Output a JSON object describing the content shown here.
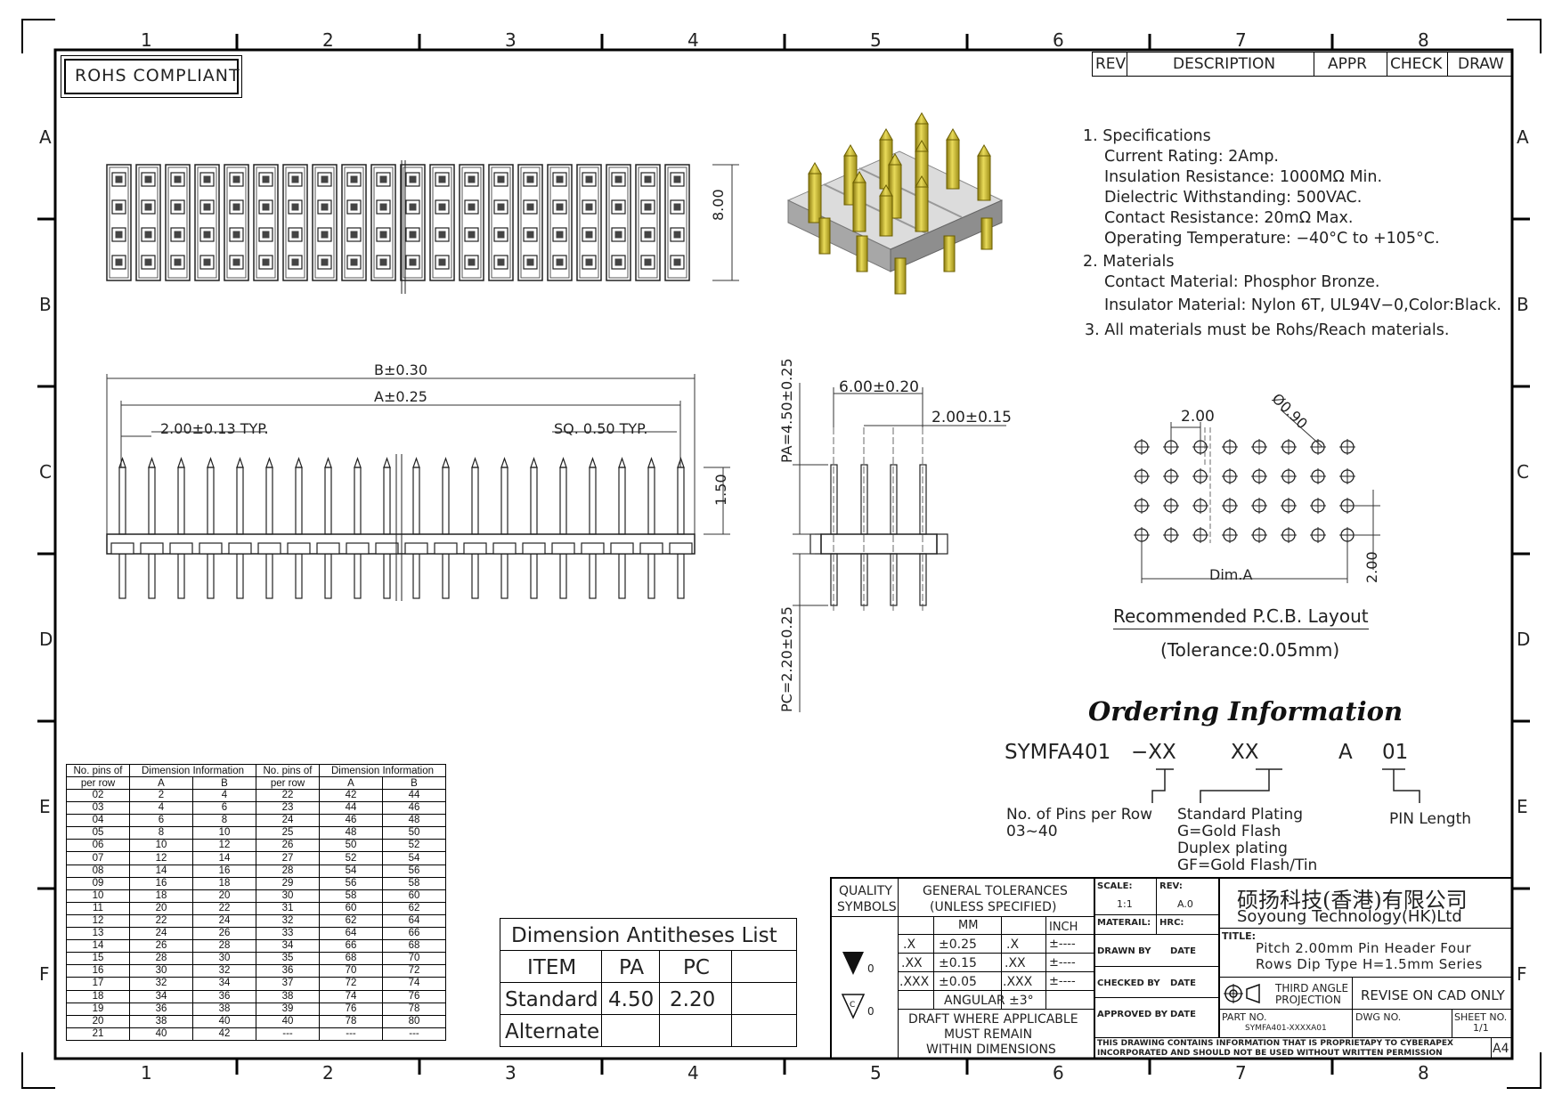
{
  "frame": {
    "columns": [
      "1",
      "2",
      "3",
      "4",
      "5",
      "6",
      "7",
      "8"
    ],
    "rows": [
      "A",
      "B",
      "C",
      "D",
      "E",
      "F"
    ]
  },
  "rohs": "ROHS COMPLIANT",
  "revision_block": {
    "rev": "REV",
    "description": "DESCRIPTION",
    "appr": "APPR",
    "check": "CHECK",
    "draw": "DRAW"
  },
  "specs": {
    "item1": "1.  Specifications",
    "current": "Current  Rating:  2Amp.",
    "insulation": "Insulation  Resistance:  1000MΩ  Min.",
    "dielectric": "Dielectric  Withstanding:  500VAC.",
    "contact_res": "Contact  Resistance:  20mΩ  Max.",
    "operating": "Operating  Temperature:  −40°C  to  +105°C.",
    "item2": "2.  Materials",
    "contact_mat": "Contact  Material:  Phosphor  Bronze.",
    "insulator_mat": "Insulator  Material:  Nylon  6T,  UL94V−0,Color:Black.",
    "item3": "3.  All  materials  must  be  Rohs/Reach  materials."
  },
  "dims": {
    "height_top": "8.00",
    "b": "B±0.30",
    "a": "A±0.25",
    "pitch_typ": "2.00±0.13  TYP.",
    "sq_typ": "SQ.  0.50  TYP.",
    "h150": "1.50",
    "pa": "PA=4.50±0.25",
    "pc": "PC=2.20±0.25",
    "w600": "6.00±0.20",
    "w200": "2.00±0.15"
  },
  "pcb": {
    "pitch": "2.00",
    "hole": "Ø0.90",
    "dima": "Dim.A",
    "row_pitch": "2.00",
    "title": "Recommended  P.C.B.  Layout",
    "tolerance": "(Tolerance:0.05mm)"
  },
  "ordering": {
    "title": "Ordering Information",
    "part": "SYMFA401",
    "xx1": "−XX",
    "xx2": "XX",
    "a": "A",
    "pin": "01",
    "pins_label": "No.  of  Pins  per  Row",
    "pins_range": "03~40",
    "plating_label": "Standard  Plating",
    "plating_g": "G=Gold  Flash",
    "plating_duplex": "Duplex  plating",
    "plating_gf": "GF=Gold  Flash/Tin",
    "pin_length": "PIN  Length"
  },
  "dim_table": {
    "h_pins": "No. pins of",
    "h_pins2": "per row",
    "h_dim": "Dimension Information",
    "h_a": "A",
    "h_b": "B",
    "rows": [
      [
        "02",
        "2",
        "4",
        "22",
        "42",
        "44"
      ],
      [
        "03",
        "4",
        "6",
        "23",
        "44",
        "46"
      ],
      [
        "04",
        "6",
        "8",
        "24",
        "46",
        "48"
      ],
      [
        "05",
        "8",
        "10",
        "25",
        "48",
        "50"
      ],
      [
        "06",
        "10",
        "12",
        "26",
        "50",
        "52"
      ],
      [
        "07",
        "12",
        "14",
        "27",
        "52",
        "54"
      ],
      [
        "08",
        "14",
        "16",
        "28",
        "54",
        "56"
      ],
      [
        "09",
        "16",
        "18",
        "29",
        "56",
        "58"
      ],
      [
        "10",
        "18",
        "20",
        "30",
        "58",
        "60"
      ],
      [
        "11",
        "20",
        "22",
        "31",
        "60",
        "62"
      ],
      [
        "12",
        "22",
        "24",
        "32",
        "62",
        "64"
      ],
      [
        "13",
        "24",
        "26",
        "33",
        "64",
        "66"
      ],
      [
        "14",
        "26",
        "28",
        "34",
        "66",
        "68"
      ],
      [
        "15",
        "28",
        "30",
        "35",
        "68",
        "70"
      ],
      [
        "16",
        "30",
        "32",
        "36",
        "70",
        "72"
      ],
      [
        "17",
        "32",
        "34",
        "37",
        "72",
        "74"
      ],
      [
        "18",
        "34",
        "36",
        "38",
        "74",
        "76"
      ],
      [
        "19",
        "36",
        "38",
        "39",
        "76",
        "78"
      ],
      [
        "20",
        "38",
        "40",
        "40",
        "78",
        "80"
      ],
      [
        "21",
        "40",
        "42",
        "---",
        "---",
        "---"
      ]
    ]
  },
  "antitheses": {
    "title": "Dimension  Antitheses  List",
    "h_item": "ITEM",
    "h_pa": "PA",
    "h_pc": "PC",
    "standard": "Standard",
    "std_pa": "4.50",
    "std_pc": "2.20",
    "alternate": "Alternate"
  },
  "title_block": {
    "quality": "QUALITY",
    "symbols": "SYMBOLS",
    "gen_tol": "GENERAL  TOLERANCES",
    "unless": "(UNLESS  SPECIFIED)",
    "mm": "MM",
    "inch": "INCH",
    "x": ".X",
    "xx": ".XX",
    "xxx": ".XXX",
    "x_mm": "±0.25",
    "xx_mm": "±0.15",
    "xxx_mm": "±0.05",
    "inch_val": "±----",
    "angular": "ANGULAR  ±3°",
    "draft1": "DRAFT  WHERE  APPLICABLE",
    "draft2": "MUST  REMAIN",
    "draft3": "WITHIN  DIMENSIONS",
    "sym_val": "0",
    "scale_l": "SCALE:",
    "scale_v": "1:1",
    "rev_l": "REV:",
    "rev_v": "A.0",
    "material_l": "MATERAIL:",
    "hrc_l": "HRC:",
    "drawn_by": "DRAWN  BY",
    "checked_by": "CHECKED  BY",
    "approved_by": "APPROVED  BY",
    "date": "DATE",
    "company_cn": "硕扬科技(香港)有限公司",
    "company_en": "Soyoung  Technology(HK)Ltd",
    "title_l": "TITLE:",
    "title1": "Pitch  2.00mm  Pin  Header  Four",
    "title2": "Rows  Dip  Type  H=1.5mm  Series",
    "third1": "THIRD  ANGLE",
    "third2": "PROJECTION",
    "revise": "REVISE  ON  CAD  ONLY",
    "part_l": "PART  NO.",
    "part_v": "SYMFA401-XXXXA01",
    "dwg_l": "DWG  NO.",
    "sheet_l": "SHEET  NO.",
    "sheet_v": "1/1",
    "notice1": "THIS  DRAWING  CONTAINS  INFORMATION  THAT  IS  PROPRIETAPY  TO  CYBERAPEX",
    "notice2": "INCORPORATED  AND  SHOULD  NOT  BE  USED  WITHOUT  WRITTEN  PERMISSION",
    "size": "A4"
  }
}
